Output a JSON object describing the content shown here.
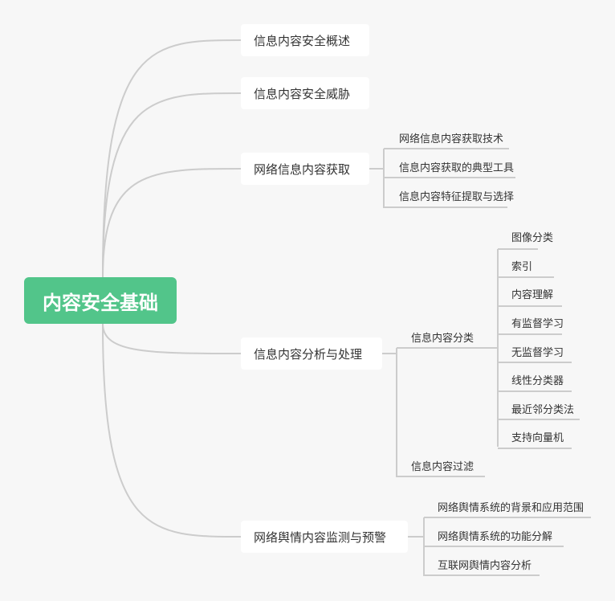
{
  "mindmap": {
    "root": "内容安全基础",
    "branches": [
      {
        "label": "信息内容安全概述",
        "children": []
      },
      {
        "label": "信息内容安全威胁",
        "children": []
      },
      {
        "label": "网络信息内容获取",
        "children": [
          {
            "label": "网络信息内容获取技术",
            "children": []
          },
          {
            "label": "信息内容获取的典型工具",
            "children": []
          },
          {
            "label": "信息内容特征提取与选择",
            "children": []
          }
        ]
      },
      {
        "label": "信息内容分析与处理",
        "children": [
          {
            "label": "信息内容分类",
            "children": [
              {
                "label": "图像分类"
              },
              {
                "label": "索引"
              },
              {
                "label": "内容理解"
              },
              {
                "label": "有监督学习"
              },
              {
                "label": "无监督学习"
              },
              {
                "label": "线性分类器"
              },
              {
                "label": "最近邻分类法"
              },
              {
                "label": "支持向量机"
              }
            ]
          },
          {
            "label": "信息内容过滤",
            "children": []
          }
        ]
      },
      {
        "label": "网络舆情内容监测与预警",
        "children": [
          {
            "label": "网络舆情系统的背景和应用范围",
            "children": []
          },
          {
            "label": "网络舆情系统的功能分解",
            "children": []
          },
          {
            "label": "互联网舆情内容分析",
            "children": []
          }
        ]
      }
    ]
  },
  "colors": {
    "root_bg": "#52c58a",
    "line": "#cccccc",
    "node_bg": "#ffffff",
    "background": "#f7f7f7"
  }
}
